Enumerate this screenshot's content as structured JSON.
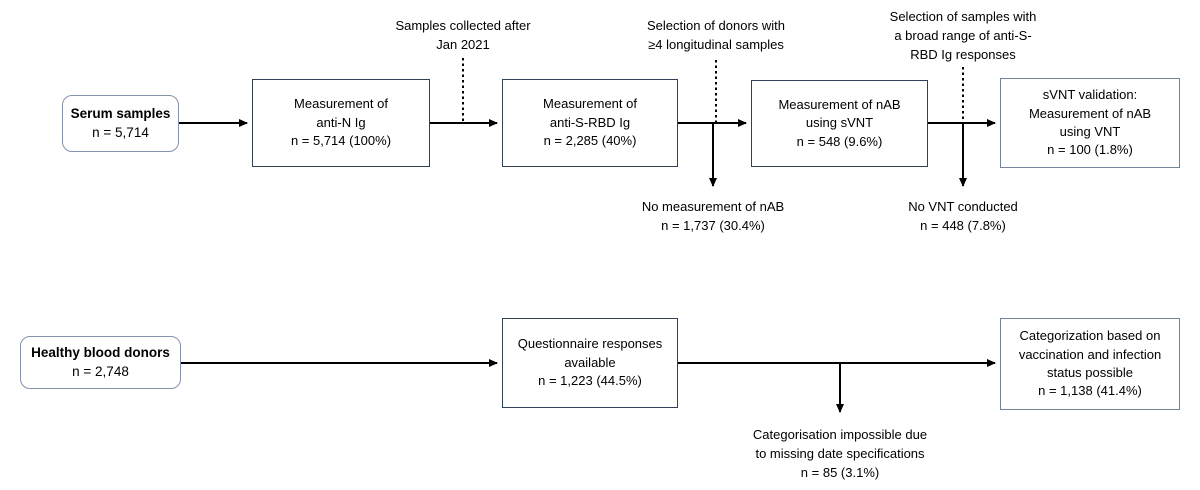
{
  "colors": {
    "box_border_dark": "#2e4156",
    "box_border_light": "#74839a",
    "rounded_box_border": "#8493ad",
    "line_color": "#000000",
    "background": "#ffffff"
  },
  "top_flow": {
    "source": {
      "title": "Serum samples",
      "subtitle": "n = 5,714"
    },
    "steps": [
      {
        "lines": [
          "Measurement of",
          "anti-N Ig",
          "n = 5,714 (100%)"
        ]
      },
      {
        "lines": [
          "Measurement of",
          "anti-S-RBD Ig",
          "n = 2,285 (40%)"
        ]
      },
      {
        "lines": [
          "Measurement of nAB",
          "using sVNT",
          "n = 548 (9.6%)"
        ]
      },
      {
        "lines": [
          "sVNT validation:",
          "Measurement of nAB",
          "using VNT",
          "n = 100 (1.8%)"
        ]
      }
    ],
    "filters": [
      {
        "lines": [
          "Samples collected after",
          "Jan 2021"
        ]
      },
      {
        "lines": [
          "Selection of donors with",
          "≥4 longitudinal samples"
        ]
      },
      {
        "lines": [
          "Selection of samples with",
          "a broad range of anti-S-",
          "RBD Ig responses"
        ]
      }
    ],
    "exclusions": [
      {
        "lines": [
          "No measurement of nAB",
          "n = 1,737 (30.4%)"
        ]
      },
      {
        "lines": [
          "No VNT conducted",
          "n = 448 (7.8%)"
        ]
      }
    ]
  },
  "bottom_flow": {
    "source": {
      "title": "Healthy blood donors",
      "subtitle": "n = 2,748"
    },
    "steps": [
      {
        "lines": [
          "Questionnaire responses",
          "available",
          "n = 1,223 (44.5%)"
        ]
      },
      {
        "lines": [
          "Categorization based on",
          "vaccination and infection",
          "status possible",
          "n = 1,138 (41.4%)"
        ]
      }
    ],
    "exclusions": [
      {
        "lines": [
          "Categorisation impossible due",
          "to missing date specifications",
          "n = 85 (3.1%)"
        ]
      }
    ]
  }
}
